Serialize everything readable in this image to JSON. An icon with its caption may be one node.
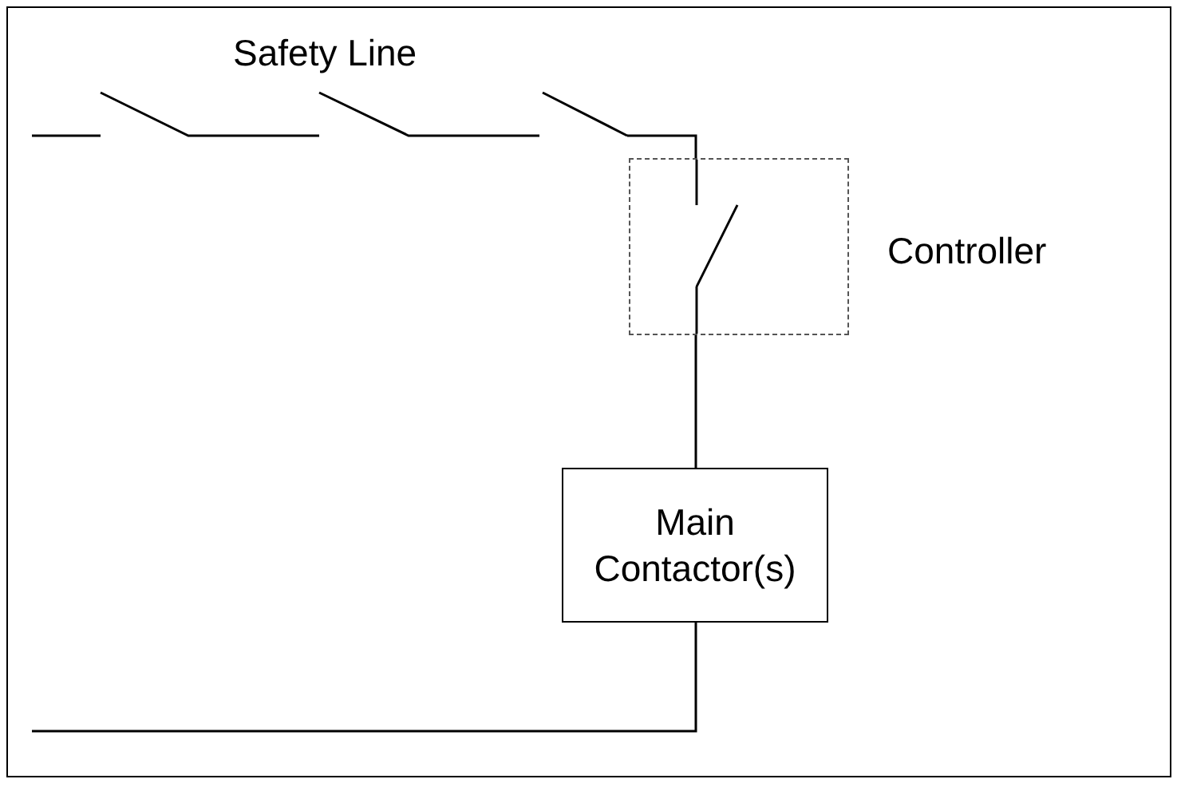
{
  "diagram": {
    "nodes": [
      {
        "text": [],
        "shape": "box",
        "beside": [
          "Controller"
        ]
      },
      {
        "text": [
          "Main Contactor(s)"
        ]
      }
    ],
    "edges": [
      {
        "from": null,
        "to": 0,
        "arrow": "none"
      },
      {
        "from": 0,
        "to": 1,
        "arrow": "none"
      },
      {
        "from": 1,
        "to": null,
        "arrow": "none"
      }
    ],
    "labels": [
      "Safety Line"
    ]
  }
}
